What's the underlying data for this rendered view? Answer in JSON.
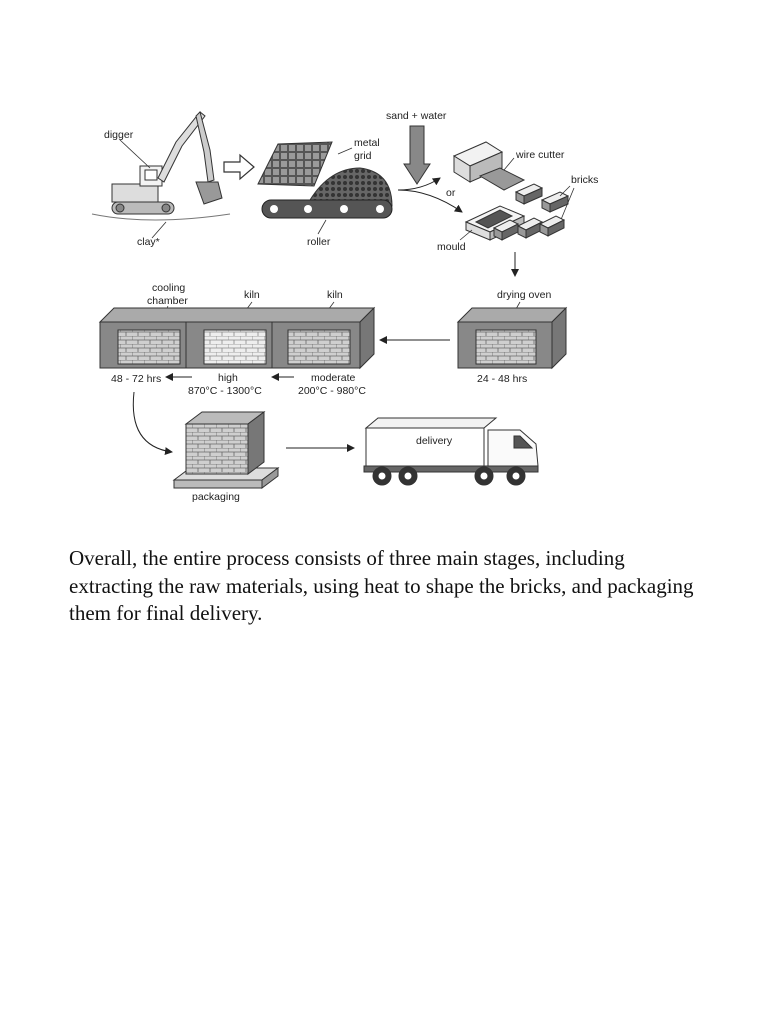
{
  "diagram": {
    "labels": {
      "digger": "digger",
      "clay": "clay*",
      "metal_grid": [
        "metal",
        "grid"
      ],
      "roller": "roller",
      "sand_water": "sand + water",
      "wire_cutter": "wire cutter",
      "or": "or",
      "bricks": "bricks",
      "mould": "mould",
      "drying_oven": "drying oven",
      "drying_time": "24 - 48 hrs",
      "cooling_chamber": [
        "cooling",
        "chamber"
      ],
      "kiln_1": "kiln",
      "kiln_2": "kiln",
      "cooling_time": "48 - 72 hrs",
      "high": [
        "high",
        "870°C - 1300°C"
      ],
      "moderate": [
        "moderate",
        "200°C - 980°C"
      ],
      "packaging": "packaging",
      "delivery": "delivery"
    }
  },
  "paragraph": "Overall, the entire process consists of three main stages, including extracting the raw materials, using heat to shape the bricks, and packaging them for final delivery."
}
